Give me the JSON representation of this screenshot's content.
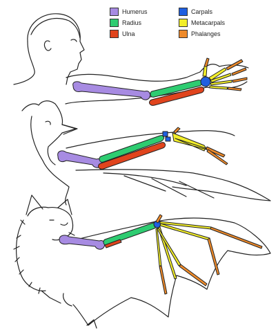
{
  "legend": {
    "items": [
      {
        "label": "Humerus",
        "color": "#a78be2"
      },
      {
        "label": "Radius",
        "color": "#2ecc71"
      },
      {
        "label": "Ulna",
        "color": "#e0441d"
      },
      {
        "label": "Carpals",
        "color": "#1f5fe0"
      },
      {
        "label": "Metacarpals",
        "color": "#f2ee2a"
      },
      {
        "label": "Phalanges",
        "color": "#ee8a2a"
      }
    ]
  },
  "figures": [
    {
      "name": "human arm",
      "icon": "human-figure"
    },
    {
      "name": "bird wing",
      "icon": "bird-figure"
    },
    {
      "name": "bat wing",
      "icon": "bat-figure"
    }
  ]
}
